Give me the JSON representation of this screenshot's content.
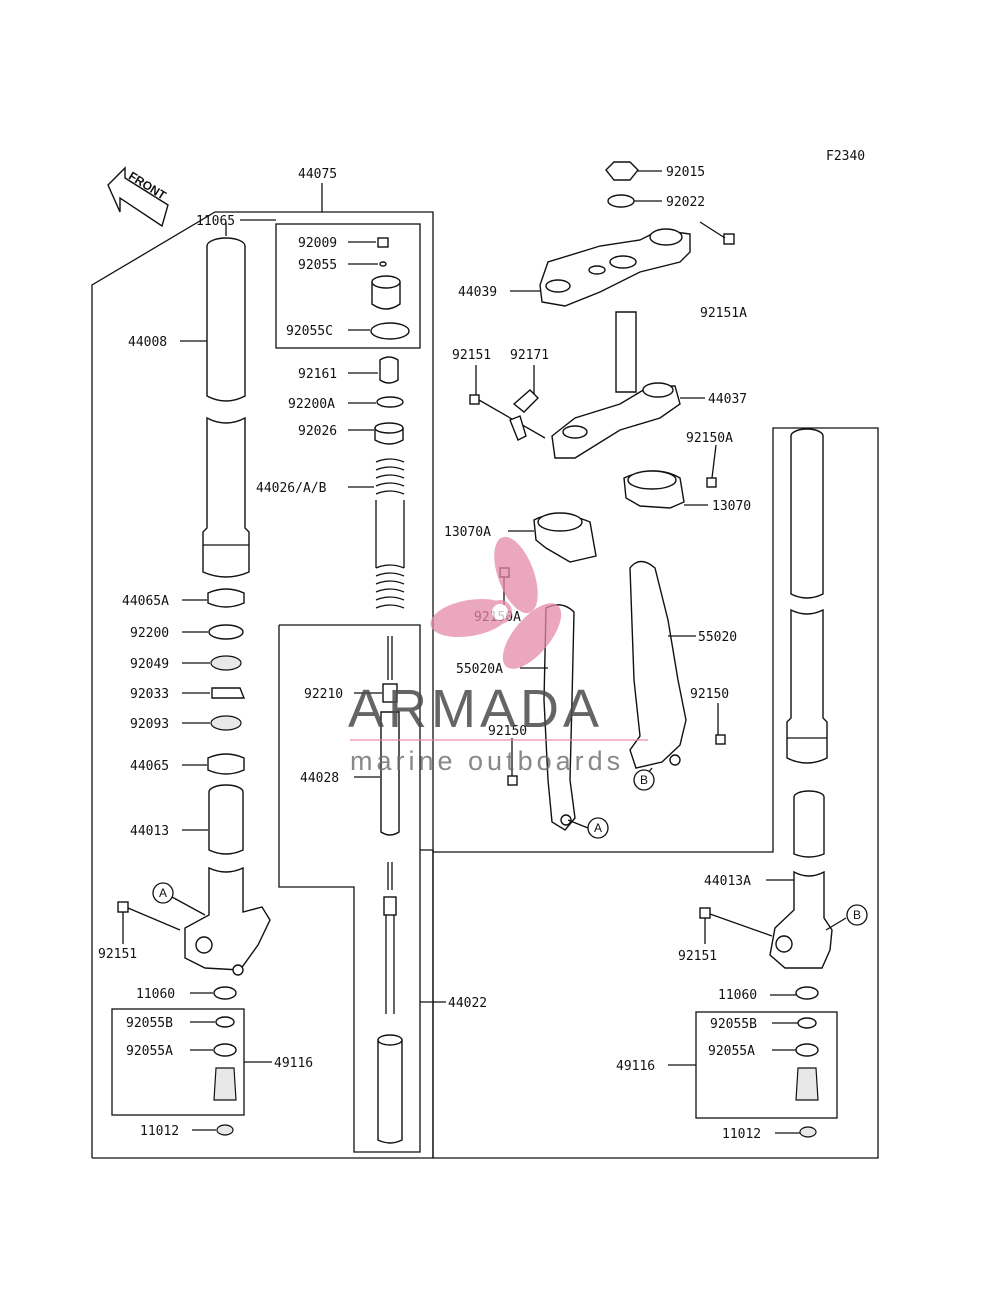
{
  "figure_code": "F2340",
  "front_arrow_label": "FRONT",
  "watermark": {
    "title": "ARMADA",
    "subtitle": "marine outboards",
    "color": "#e58aa7"
  },
  "callouts": {
    "A": "A",
    "B": "B"
  },
  "parts": {
    "p44075": "44075",
    "p11065": "11065",
    "p92009": "92009",
    "p92055": "92055",
    "p92055C": "92055C",
    "p44008": "44008",
    "p92161": "92161",
    "p92200A": "92200A",
    "p92026": "92026",
    "p44026AB": "44026/A/B",
    "p44065A": "44065A",
    "p92200": "92200",
    "p92049": "92049",
    "p92033": "92033",
    "p92093": "92093",
    "p44065": "44065",
    "p44013": "44013",
    "p92151_left": "92151",
    "p11060_left": "11060",
    "p92055B_left": "92055B",
    "p92055A_left": "92055A",
    "p49116_left": "49116",
    "p11012_left": "11012",
    "p92210": "92210",
    "p44028": "44028",
    "p44022": "44022",
    "p92015": "92015",
    "p92022": "92022",
    "p44039": "44039",
    "p92151A": "92151A",
    "p92151_mid": "92151",
    "p92171": "92171",
    "p44037": "44037",
    "p92150A_top": "92150A",
    "p13070": "13070",
    "p13070A": "13070A",
    "p92150A_mid": "92150A",
    "p55020": "55020",
    "p55020A": "55020A",
    "p92150_right": "92150",
    "p92150_mid": "92150",
    "p44013A": "44013A",
    "p92151_right": "92151",
    "p11060_right": "11060",
    "p92055B_right": "92055B",
    "p92055A_right": "92055A",
    "p49116_right": "49116",
    "p11012_right": "11012"
  }
}
